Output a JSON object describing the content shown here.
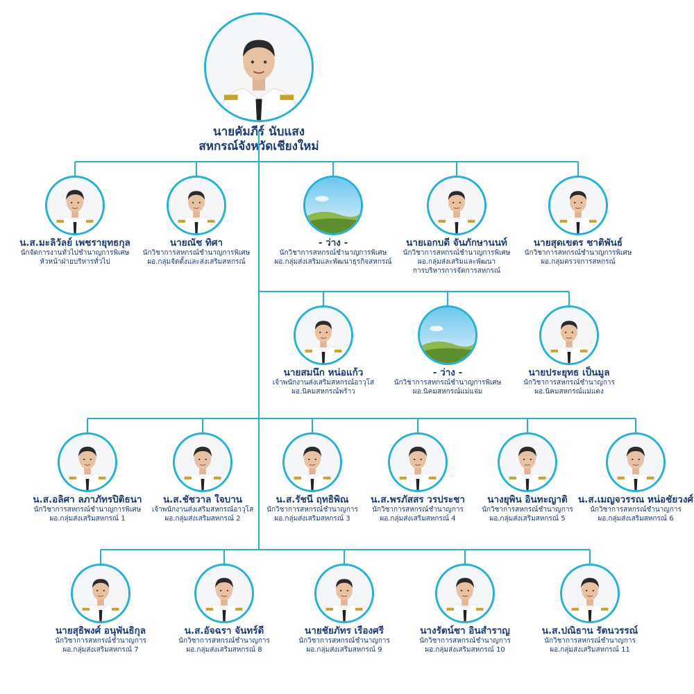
{
  "colors": {
    "line": "#1fb3d9",
    "text": "#1a3a78",
    "ring": "#1fb3d9"
  },
  "head": {
    "name": "นายคัมภีร์ นับแสง",
    "title": "สหกรณ์จังหวัดเชียงใหม่",
    "photo": "portrait-male"
  },
  "row1": [
    {
      "name": "น.ส.มะลิวัลย์ เพชรายุทธกุล",
      "l1": "นักจัดการงานทั่วไปชำนาญการพิเศษ",
      "l2": "หัวหน้าฝ่ายบริหารทั่วไป",
      "l3": "",
      "photo": "portrait-female"
    },
    {
      "name": "นายณัช ทิศา",
      "l1": "นักวิชาการสหกรณ์ชำนาญการพิเศษ",
      "l2": "ผอ.กลุ่มจัดตั้งและส่งเสริมสหกรณ์",
      "l3": "",
      "photo": "portrait-male"
    },
    {
      "name": "- ว่าง -",
      "l1": "นักวิชาการสหกรณ์ชำนาญการพิเศษ",
      "l2": "ผอ.กลุ่มส่งเสริมและพัฒนาธุรกิจสหกรณ์",
      "l3": "",
      "photo": "landscape-placeholder"
    },
    {
      "name": "นายเอกบดี จันภักษานนท์",
      "l1": "นักวิชาการสหกรณ์ชำนาญการพิเศษ",
      "l2": "ผอ.กลุ่มส่งเสริมและพัฒนา",
      "l3": "การบริหารการจัดการสหกรณ์",
      "photo": "portrait-male"
    },
    {
      "name": "นายสุดเขตร ชาติพันธ์",
      "l1": "นักวิชาการสหกรณ์ชำนาญการพิเศษ",
      "l2": "ผอ.กลุ่มตรวจการสหกรณ์",
      "l3": "",
      "photo": "portrait-male"
    }
  ],
  "row2": [
    {
      "name": "นายสมนึก หน่อแก้ว",
      "l1": "เจ้าพนักงานส่งเสริมสหกรณ์อาวุโส",
      "l2": "ผอ.นิคมสหกรณ์พร้าว",
      "photo": "portrait-male"
    },
    {
      "name": "- ว่าง -",
      "l1": "นักวิชาการสหกรณ์ชำนาญการพิเศษ",
      "l2": "ผอ.นิคมสหกรณ์แม่แจ่ม",
      "photo": "landscape-placeholder"
    },
    {
      "name": "นายประยุทธ เป็นมูล",
      "l1": "นักวิชาการสหกรณ์ชำนาญการ",
      "l2": "ผอ.นิคมสหกรณ์แม่แตง",
      "photo": "portrait-male"
    }
  ],
  "row3": [
    {
      "name": "น.ส.อลิศา ลภาภัทรปิติธนา",
      "l1": "นักวิชาการสหกรณ์ชำนาญการพิเศษ",
      "l2": "ผอ.กลุ่มส่งเสริมสหกรณ์ 1",
      "photo": "portrait-female"
    },
    {
      "name": "น.ส.ชัชวาล ใจบาน",
      "l1": "เจ้าพนักงานส่งเสริมสหกรณ์อาวุโส",
      "l2": "ผอ.กลุ่มส่งเสริมสหกรณ์ 2",
      "photo": "portrait-female"
    },
    {
      "name": "น.ส.รัชนี ฤทธิพิณ",
      "l1": "นักวิชาการสหกรณ์ชำนาญการ",
      "l2": "ผอ.กลุ่มส่งเสริมสหกรณ์ 3",
      "photo": "portrait-female"
    },
    {
      "name": "น.ส.พรภัสสร วรประชา",
      "l1": "นักวิชาการสหกรณ์ชำนาญการ",
      "l2": "ผอ.กลุ่มส่งเสริมสหกรณ์ 4",
      "photo": "portrait-female"
    },
    {
      "name": "นางยุพิน อินทะญาติ",
      "l1": "นักวิชาการสหกรณ์ชำนาญการ",
      "l2": "ผอ.กลุ่มส่งเสริมสหกรณ์ 5",
      "photo": "portrait-female"
    },
    {
      "name": "น.ส.เมญจวรรณ หน่อชัยวงศ์",
      "l1": "นักวิชาการสหกรณ์ชำนาญการ",
      "l2": "ผอ.กลุ่มส่งเสริมสหกรณ์ 6",
      "photo": "portrait-female"
    }
  ],
  "row4": [
    {
      "name": "นายสุธิพงศ์ อนุพันธิกุล",
      "l1": "นักวิชาการสหกรณ์ชำนาญการ",
      "l2": "ผอ.กลุ่มส่งเสริมสหกรณ์ 7",
      "photo": "portrait-male"
    },
    {
      "name": "น.ส.อัจฉรา จันทร์ดี",
      "l1": "นักวิชาการสหกรณ์ชำนาญการ",
      "l2": "ผอ.กลุ่มส่งเสริมสหกรณ์ 8",
      "photo": "portrait-female"
    },
    {
      "name": "นายชัยภัทร เรืองศรี",
      "l1": "นักวิชาการสหกรณ์ชำนาญการ",
      "l2": "ผอ.กลุ่มส่งเสริมสหกรณ์ 9",
      "photo": "portrait-male"
    },
    {
      "name": "นางรัตน์ชา อินสำราญ",
      "l1": "นักวิชาการสหกรณ์ชำนาญการ",
      "l2": "ผอ.กลุ่มส่งเสริมสหกรณ์ 10",
      "photo": "portrait-female"
    },
    {
      "name": "น.ส.ปณิธาน รัตนวรรณ์",
      "l1": "นักวิชาการสหกรณ์ชำนาญการ",
      "l2": "ผอ.กลุ่มส่งเสริมสหกรณ์ 11",
      "photo": "portrait-female"
    }
  ]
}
